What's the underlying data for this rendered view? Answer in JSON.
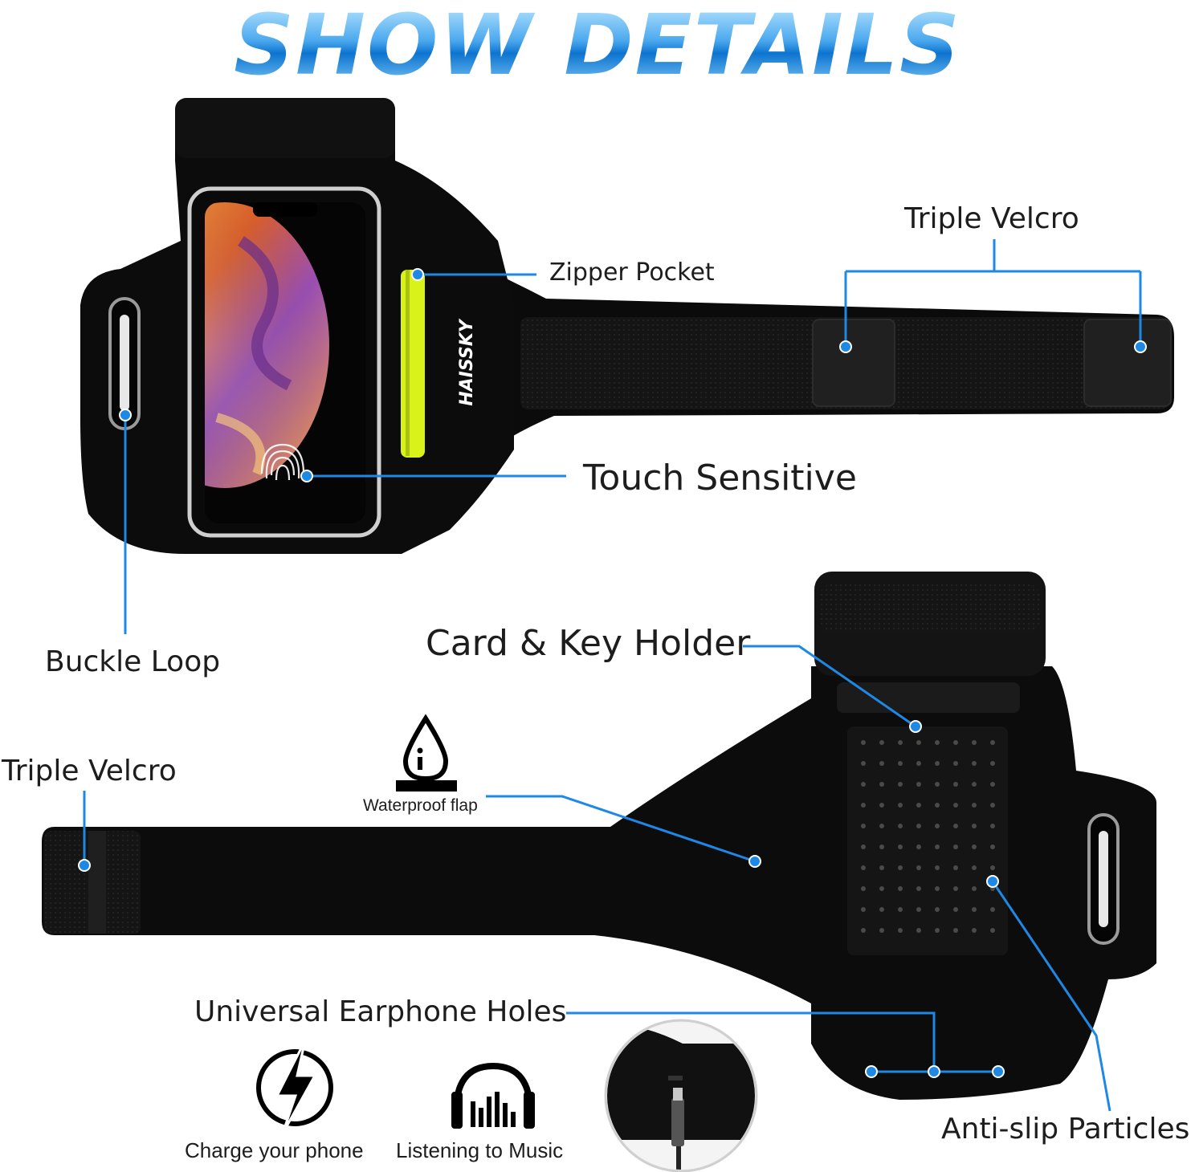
{
  "title": "SHOW DETAILS",
  "brand_text": "HAISSKY",
  "labels": {
    "triple_velcro_top": "Triple Velcro",
    "zipper_pocket": "Zipper Pocket",
    "touch_sensitive": "Touch Sensitive",
    "buckle_loop": "Buckle Loop",
    "card_key_holder": "Card & Key Holder",
    "triple_velcro_left": "Triple Velcro",
    "waterproof_flap": "Waterproof flap",
    "earphone_holes": "Universal Earphone Holes",
    "anti_slip": "Anti-slip Particles"
  },
  "features": {
    "charge": "Charge your phone",
    "music": "Listening to Music"
  },
  "icons": [
    "water-drop-icon",
    "lightning-charge-icon",
    "headphones-music-icon",
    "charging-cable-icon",
    "fingerprint-icon"
  ],
  "colors": {
    "accent": "#1e88e5",
    "band": "#0b0b0b",
    "zipper": "#d8f21a",
    "title_blue": "#1a7fd6"
  }
}
